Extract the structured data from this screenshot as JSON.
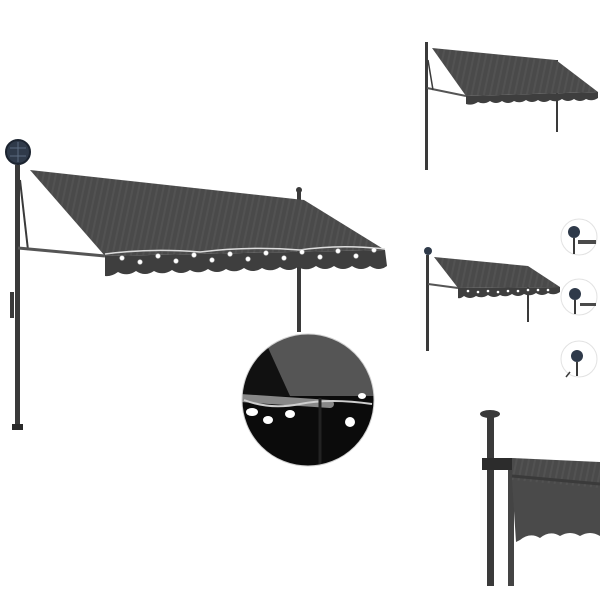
{
  "product": {
    "kind": "retractable awning with LED string lights and solar panel",
    "fabric_color": "#4a4a4a",
    "frame_color": "#3a3a3a",
    "light_color": "#ffffff"
  },
  "views": [
    {
      "name": "main-view",
      "icon": "awning-icon"
    },
    {
      "name": "detail-led-closeup",
      "icon": "led-light-icon"
    },
    {
      "name": "side-view-top",
      "icon": "awning-icon"
    },
    {
      "name": "side-view-lights",
      "icon": "awning-icon"
    },
    {
      "name": "detail-pole-bracket",
      "icon": "pole-bracket-icon"
    },
    {
      "name": "thumbnail-solar-1",
      "icon": "solar-panel-icon"
    },
    {
      "name": "thumbnail-solar-2",
      "icon": "solar-panel-icon"
    },
    {
      "name": "thumbnail-solar-3",
      "icon": "solar-panel-icon"
    }
  ]
}
